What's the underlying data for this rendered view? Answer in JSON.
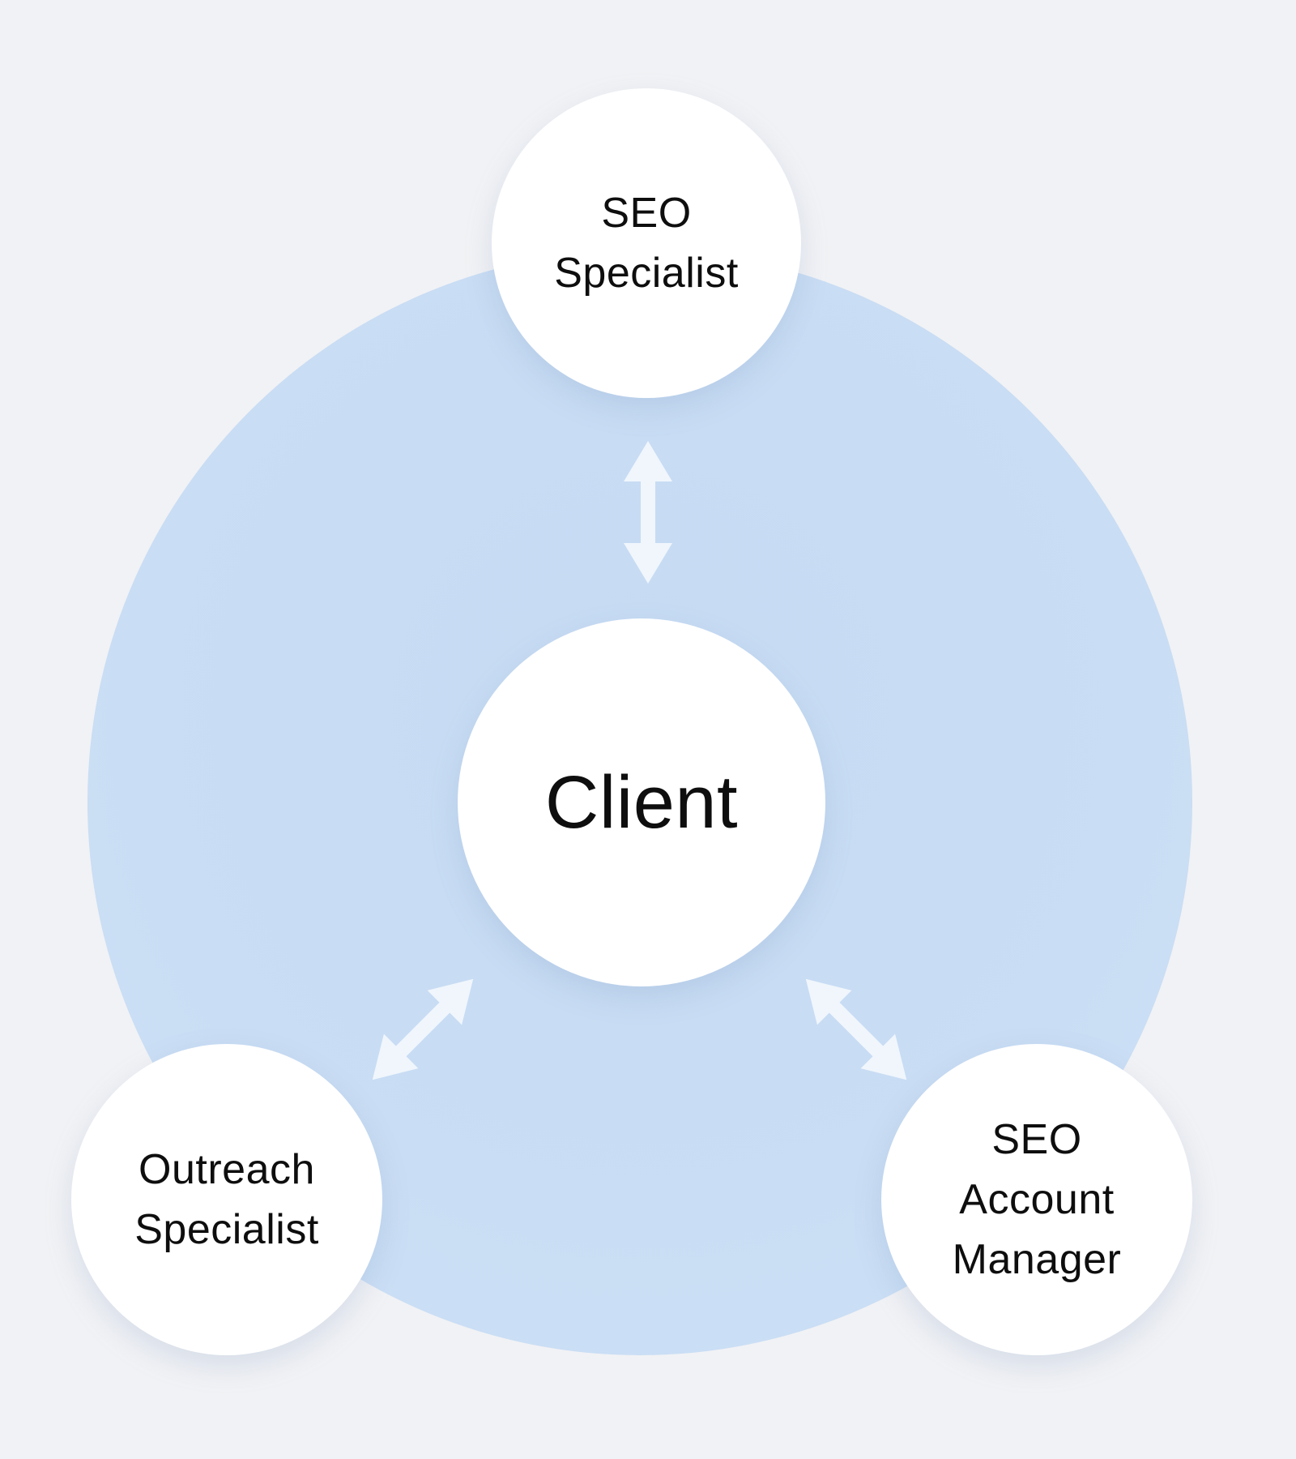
{
  "colors": {
    "page-bg": "#f1f2f5",
    "halo": "#c9ddf4",
    "halo-inner": "#c6dbf3",
    "halo-outer": "#cde1f7",
    "node-fill": "#ffffff",
    "text": "#0e0e0e",
    "arrow": "#f0f6fc"
  },
  "diagram": {
    "center_node": {
      "id": "client",
      "label": "Client"
    },
    "satellite_nodes": [
      {
        "id": "seo-specialist",
        "label": "SEO Specialist"
      },
      {
        "id": "outreach-specialist",
        "label": "Outreach Specialist"
      },
      {
        "id": "seo-account-manager",
        "label": "SEO Account Manager"
      }
    ],
    "connections": [
      {
        "from": "Client",
        "to": "SEO Specialist",
        "style": "double-headed-arrow"
      },
      {
        "from": "Client",
        "to": "Outreach Specialist",
        "style": "double-headed-arrow"
      },
      {
        "from": "Client",
        "to": "SEO Account Manager",
        "style": "double-headed-arrow"
      }
    ]
  }
}
